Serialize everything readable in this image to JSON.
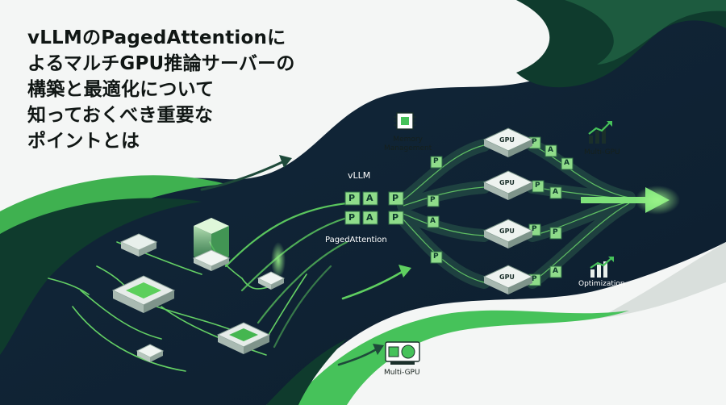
{
  "title": {
    "lines": [
      "vLLMのPagedAttentionに",
      "よるマルチGPU推論サーバーの",
      "構築と最適化について",
      "知っておくべき重要な",
      "ポイントとは"
    ]
  },
  "labels": {
    "vllm": "vLLM",
    "paged_attention": "PagedAttention",
    "memory_management": [
      "Memory",
      "Management"
    ],
    "multi_gpu_top": "Multi-GPU",
    "optimization": "Optimization",
    "multi_gpu_bottom": "Multi-GPU",
    "gpu": "GPU",
    "p_block": "P",
    "a_block": "A"
  },
  "colors": {
    "background": "#f4f6f5",
    "navy": "#12263a",
    "deep_green": "#0f3b2d",
    "accent_green": "#46c25a",
    "light_green": "#8ee07a",
    "block_green": "#8fdc8a"
  },
  "icons": [
    "memory-chip-icon",
    "growth-chart-icon",
    "optimization-chart-icon",
    "gpu-card-icon",
    "arrow-icon"
  ]
}
